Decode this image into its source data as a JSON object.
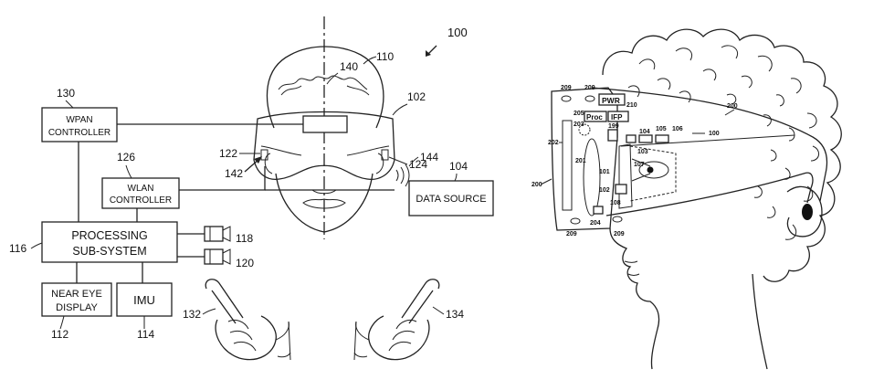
{
  "figure_left": {
    "ref_main": "100",
    "boxes": {
      "wpan": {
        "line1": "WPAN",
        "line2": "CONTROLLER",
        "ref": "130"
      },
      "wlan": {
        "line1": "WLAN",
        "line2": "CONTROLLER",
        "ref": "126"
      },
      "processing": {
        "line1": "PROCESSING",
        "line2": "SUB-SYSTEM",
        "ref": "116"
      },
      "near_eye": {
        "line1": "NEAR EYE",
        "line2": "DISPLAY",
        "ref": "112"
      },
      "imu": {
        "line1": "IMU",
        "ref": "114"
      },
      "data_source": {
        "line1": "DATA SOURCE",
        "ref": "104"
      }
    },
    "refs": {
      "head": "110",
      "axis": "140",
      "headset": "102",
      "left_lens": "122",
      "right_lens": "124",
      "left_lens_ptr": "142",
      "signal": "144",
      "camera_top": "118",
      "camera_bottom": "120",
      "left_controller": "132",
      "right_controller": "134"
    }
  },
  "figure_right": {
    "pwr": "PWR",
    "proc": "Proc",
    "ifp": "IFP",
    "refs": {
      "r209a": "209",
      "r209b": "209",
      "r209c": "209",
      "r209d": "209",
      "r200a": "200",
      "r200b": "200",
      "r210": "210",
      "r205": "205",
      "r203": "203",
      "r202": "202",
      "r201": "201",
      "r199": "199",
      "r104": "104",
      "r105": "105",
      "r106": "106",
      "r100": "100",
      "r103": "103",
      "r101": "101",
      "r107": "107",
      "r102": "102",
      "r108": "108",
      "r204": "204"
    }
  }
}
